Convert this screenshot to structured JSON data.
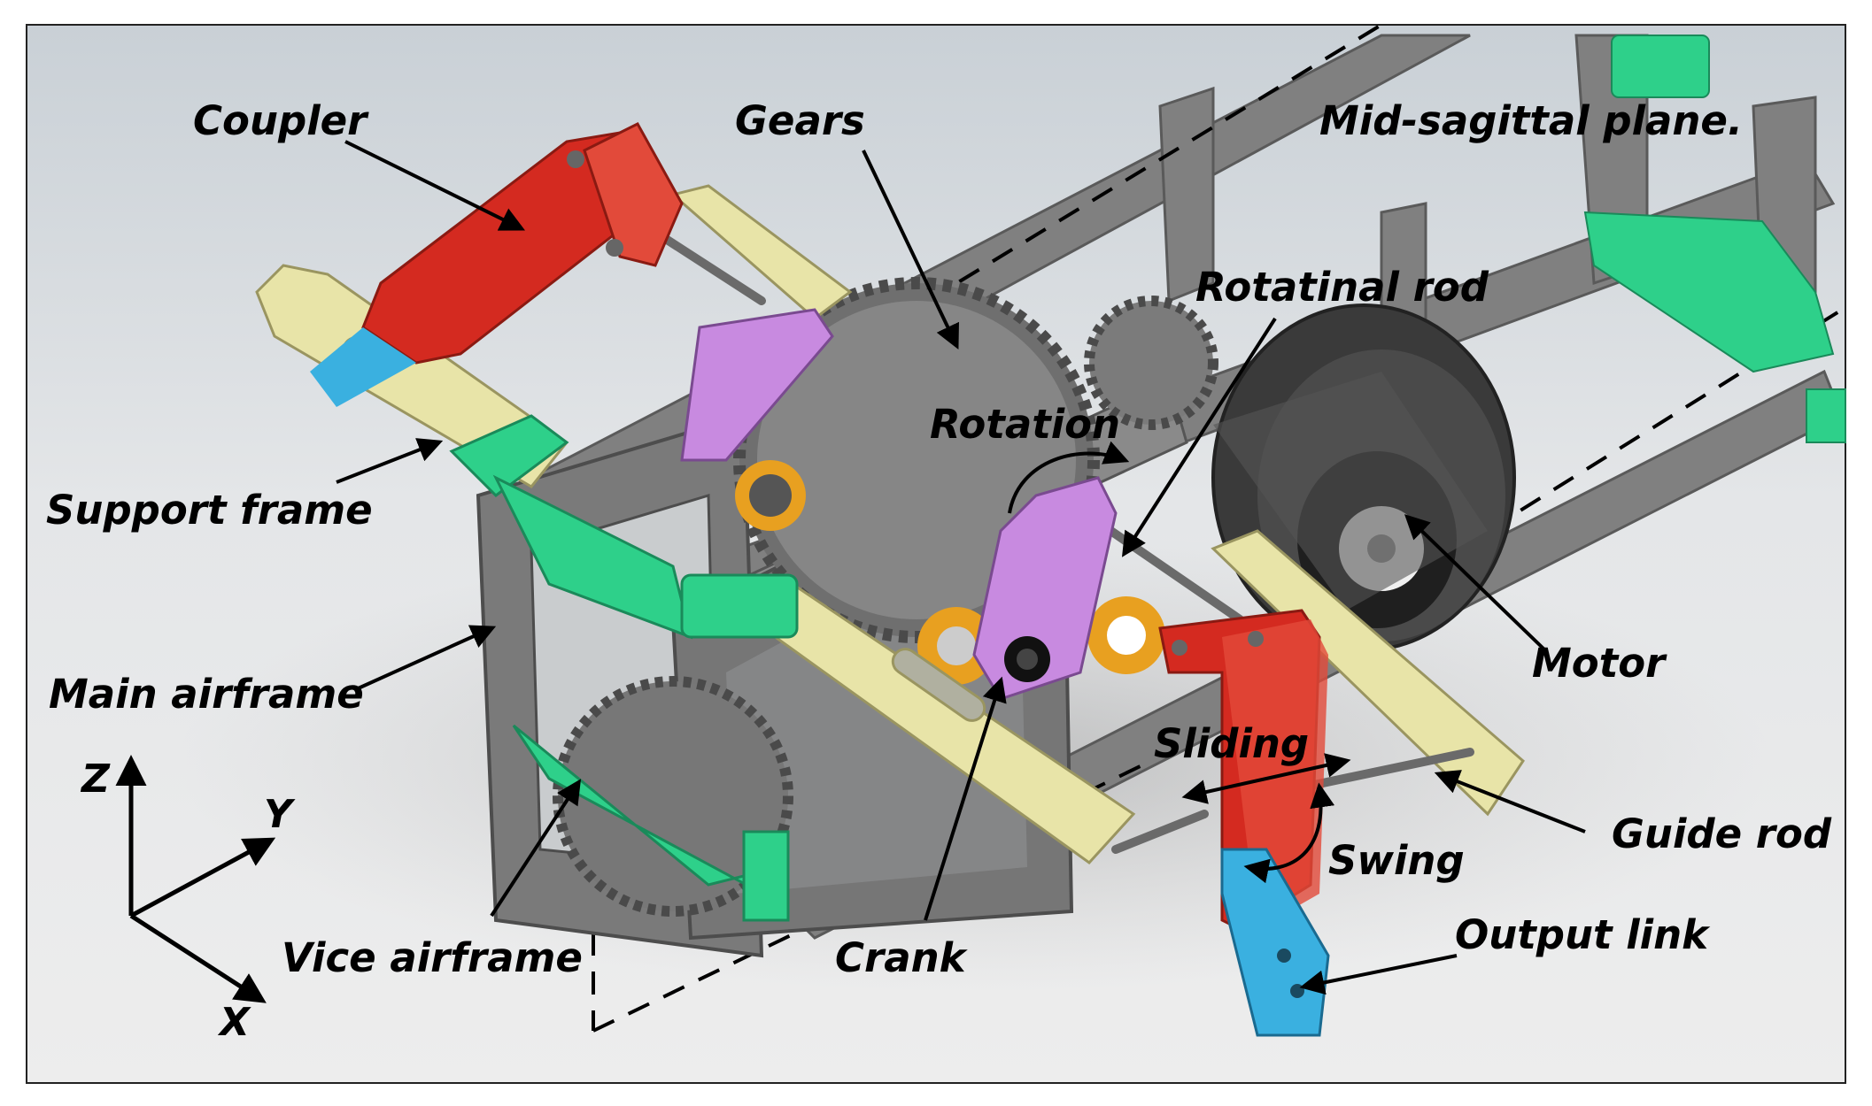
{
  "labels": {
    "coupler": "Coupler",
    "gears": "Gears",
    "mid_sagittal": "Mid-sagittal plane.",
    "rotational_rod": "Rotatinal rod",
    "rotation": "Rotation",
    "support_frame": "Support frame",
    "motor": "Motor",
    "main_airframe": "Main airframe",
    "sliding": "Sliding",
    "guide_rod": "Guide rod",
    "swing": "Swing",
    "output_link": "Output link",
    "vice_airframe": "Vice airframe",
    "crank": "Crank"
  },
  "axes": {
    "z": "Z",
    "y": "Y",
    "x": "X"
  },
  "colors": {
    "frame_gray": "#7d7d7d",
    "coupler_red": "#d42a20",
    "support_yellow": "#e8e4a8",
    "clamp_green": "#2ed08a",
    "crank_purple": "#c88ae0",
    "output_blue": "#3ab0e0",
    "motor_dark": "#3a3a3a"
  }
}
